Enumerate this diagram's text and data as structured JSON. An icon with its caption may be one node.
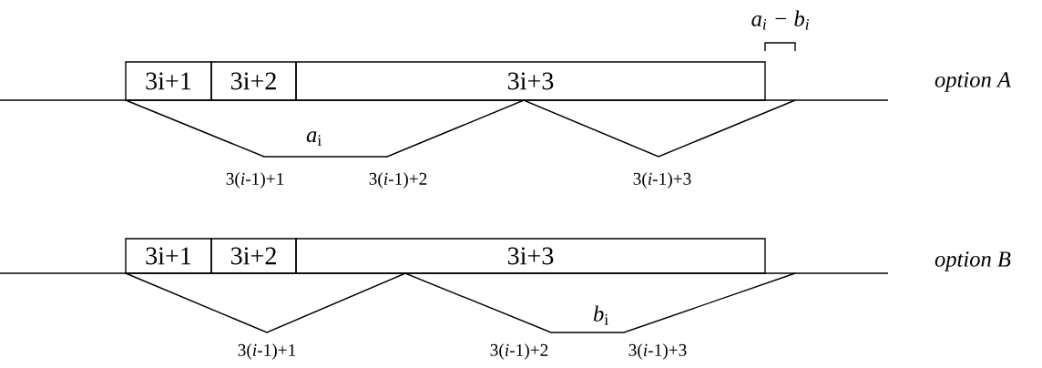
{
  "diagram": {
    "nodes": [
      {
        "text": [
          "3i+1"
        ]
      },
      {
        "text": [
          "3i+2"
        ]
      },
      {
        "text": [
          "3i+3"
        ]
      },
      {
        "text": [
          "3i+1"
        ]
      },
      {
        "text": [
          "3i+2"
        ]
      },
      {
        "text": [
          "3i+3"
        ]
      }
    ],
    "labels": [
      "*a*$_{i}$ − *b*$_{i}$",
      "option A",
      "*a*$_{i}$",
      "3(*i*-1)+1",
      "3(*i*-1)+2",
      "3(*i*-1)+3",
      "option B",
      "*b*$_{i}$",
      "3(*i*-1)+1",
      "3(*i*-1)+2",
      "3(*i*-1)+3"
    ]
  }
}
